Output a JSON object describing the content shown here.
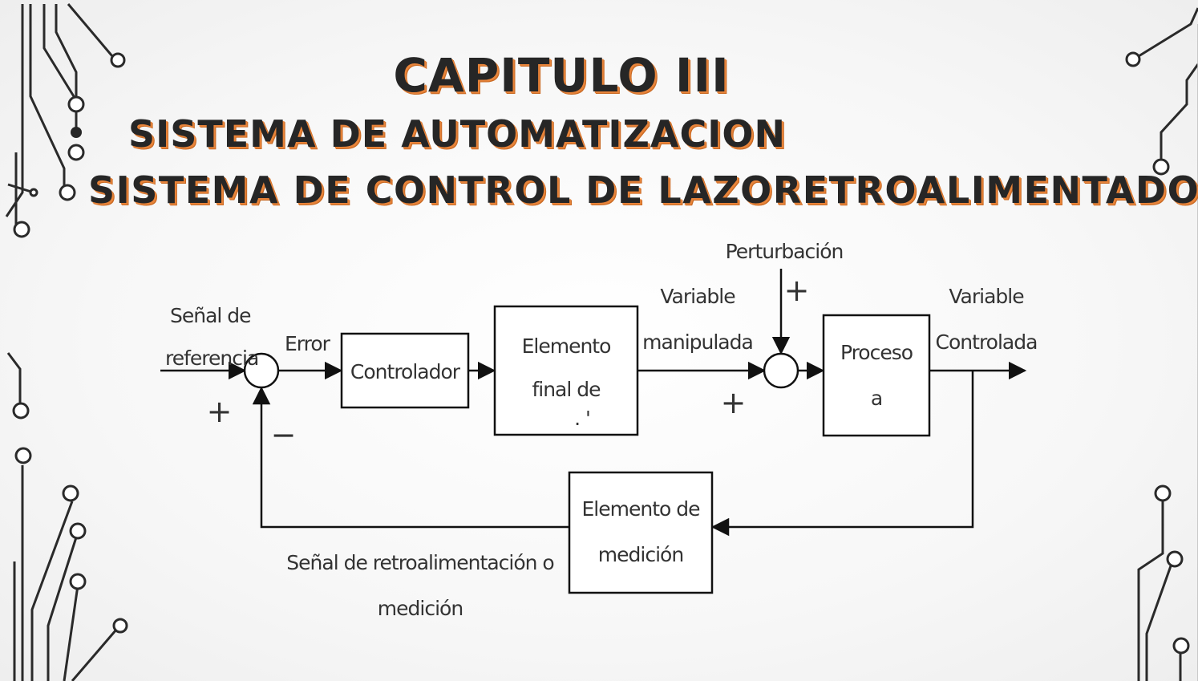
{
  "slide": {
    "chapter_title": "CAPITULO III",
    "bullet_title": "SISTEMA DE AUTOMATIZACION",
    "subtitle": "SISTEMA DE CONTROL DE LAZORETROALIMENTADO",
    "accent_color": "#e8843a",
    "text_color": "#262626"
  },
  "diagram": {
    "reference_signal": [
      "Señal de",
      "referencia"
    ],
    "error_label": "Error",
    "controller": "Controlador",
    "final_element": [
      "Elemento",
      "final de",
      ". '"
    ],
    "manipulated_variable": [
      "Variable",
      "manipulada"
    ],
    "disturbance": "Perturbación",
    "process": [
      "Proceso",
      "a"
    ],
    "controlled_variable": [
      "Variable",
      "Controlada"
    ],
    "measurement_element": [
      "Elemento de",
      "medición"
    ],
    "feedback_signal": [
      "Señal de retroalimentación o",
      "medición"
    ],
    "sum1_plus": "+",
    "sum1_minus": "−",
    "sum2_plus_top": "+",
    "sum2_plus_bottom": "+"
  }
}
